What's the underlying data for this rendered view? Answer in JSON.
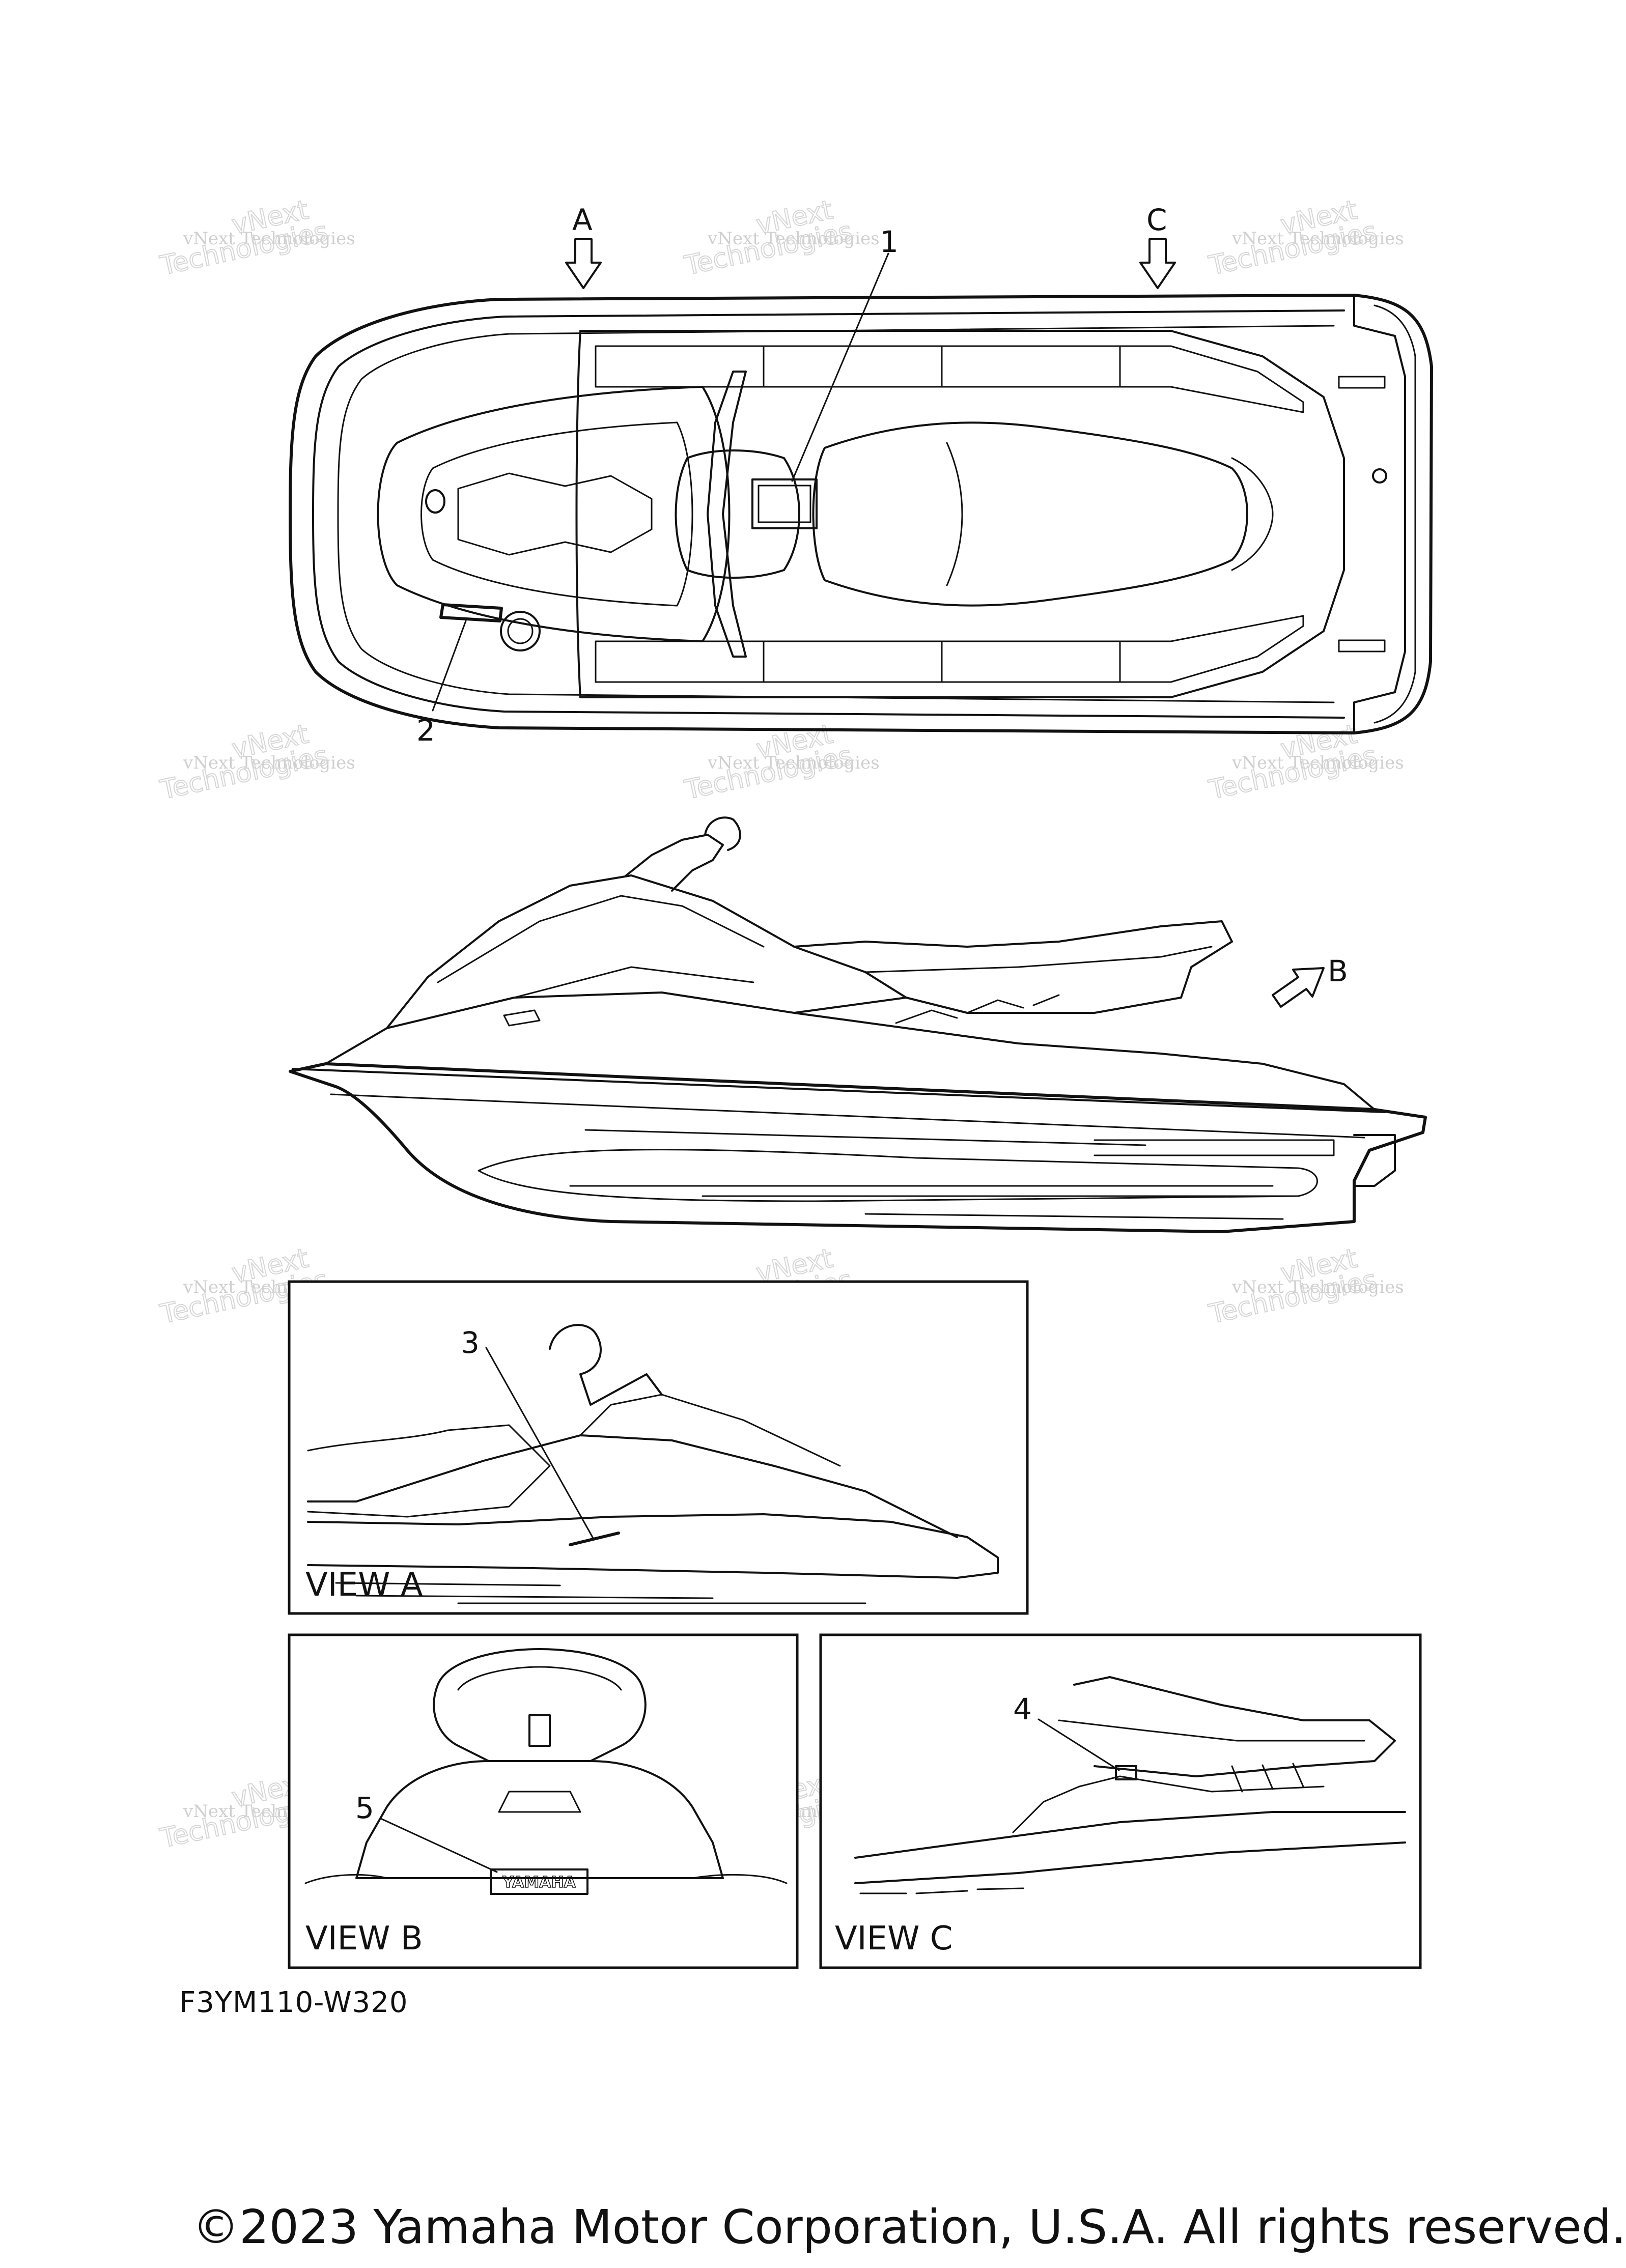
{
  "callouts": {
    "item_1": "1",
    "item_2": "2",
    "item_3": "3",
    "item_4": "4",
    "item_5": "5"
  },
  "view_arrows": {
    "a": "A",
    "b": "B",
    "c": "C"
  },
  "detail_views": {
    "view_a": "VIEW A",
    "view_b": "VIEW B",
    "view_c": "VIEW C"
  },
  "emblem_text": "YAMAHA",
  "watermark": {
    "line1": "vNext Technologies",
    "line2": "vNext",
    "line3": "Technologies"
  },
  "part_code": "F3YM110-W320",
  "copyright": "©2023 Yamaha Motor Corporation, U.S.A. All rights reserved."
}
